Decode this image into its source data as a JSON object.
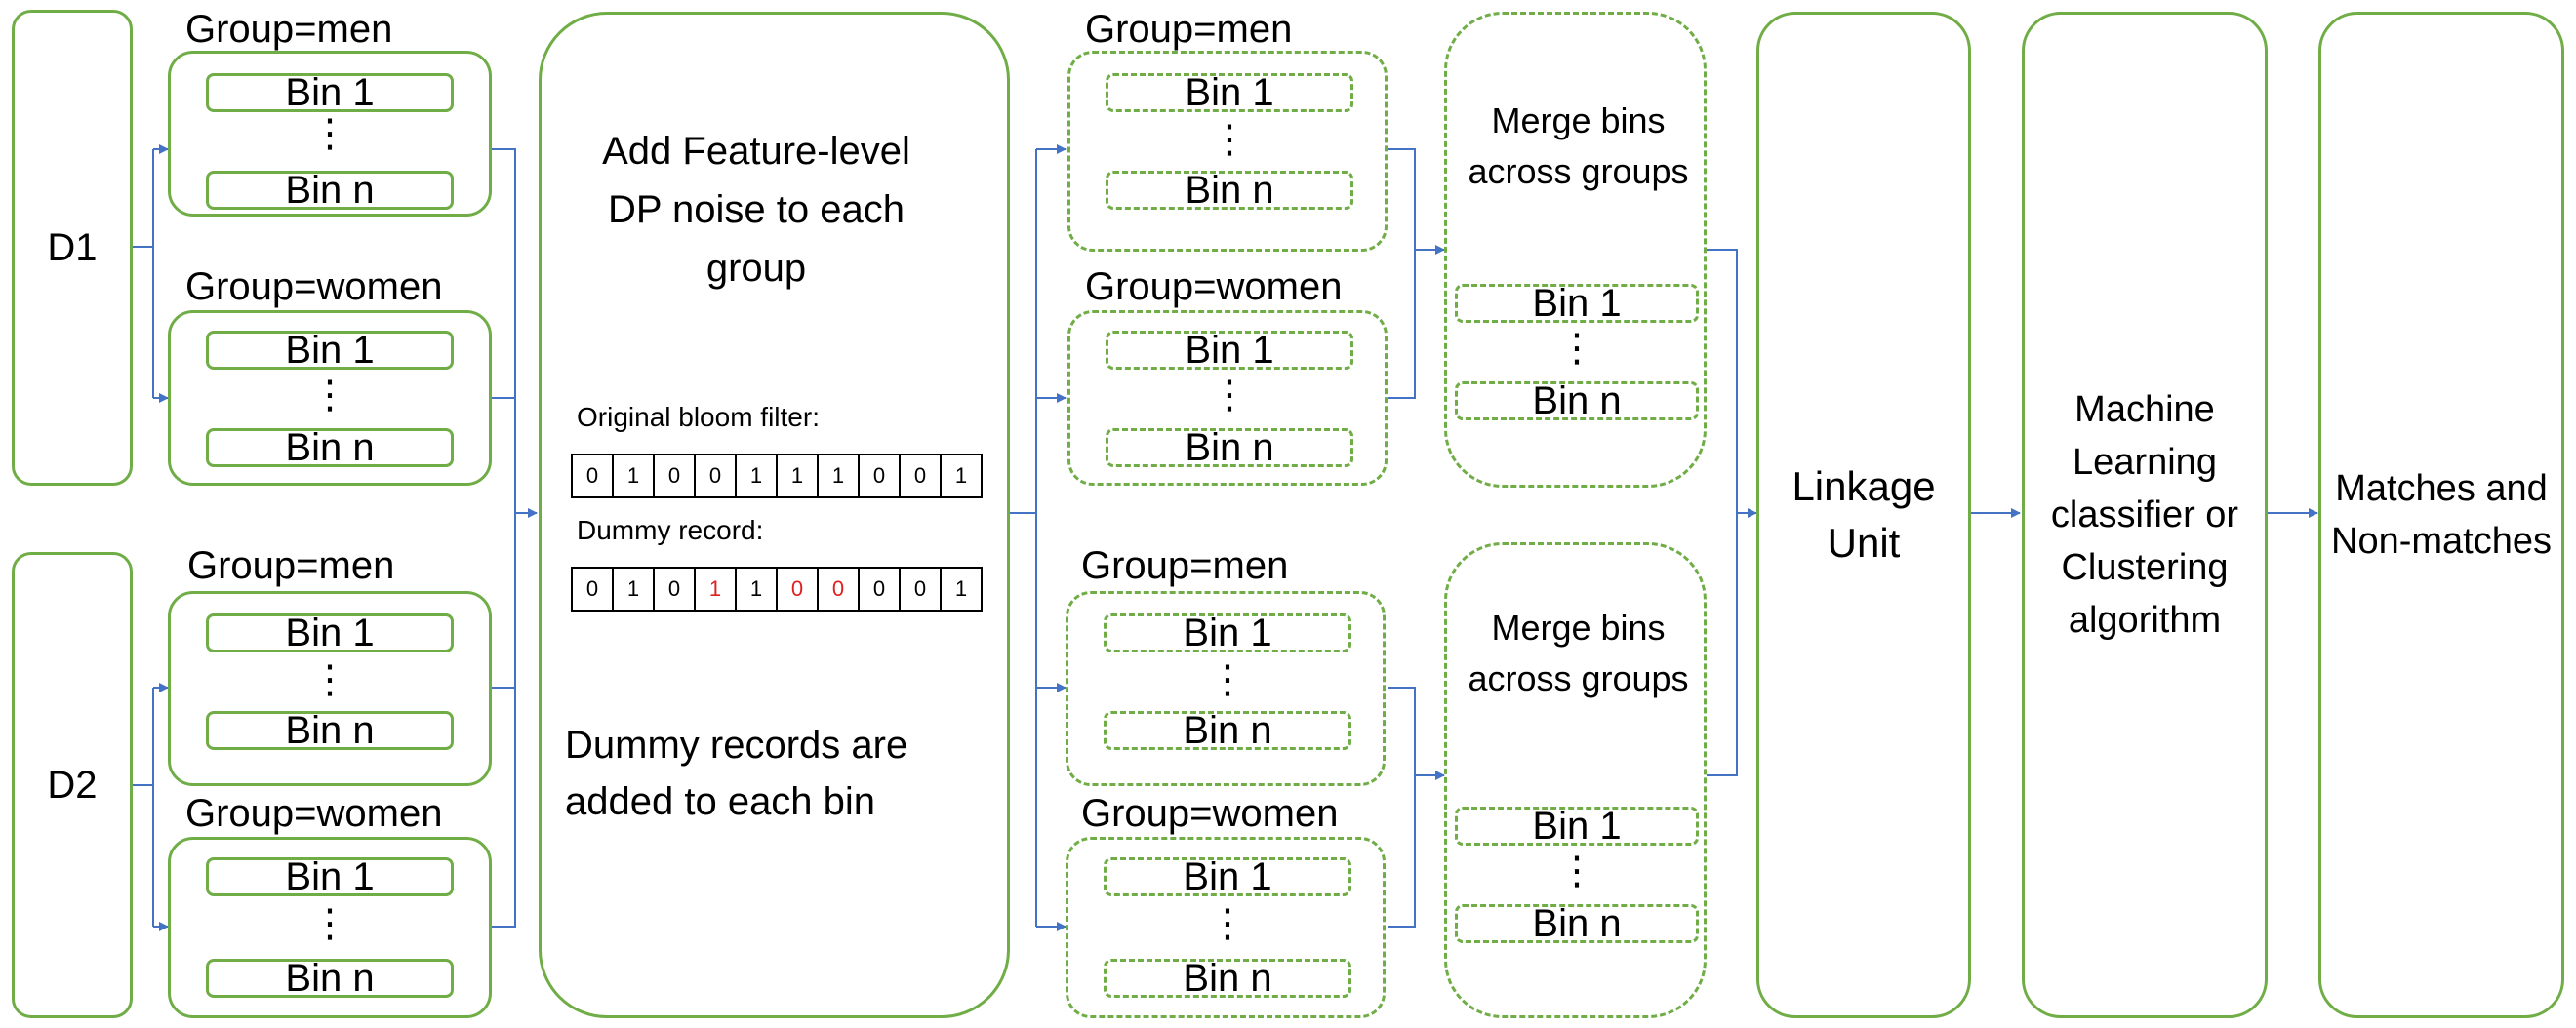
{
  "sources": {
    "d1": "D1",
    "d2": "D2"
  },
  "group_men": "Group=men",
  "group_women": "Group=women",
  "bin_first": "Bin 1",
  "bin_last": "Bin n",
  "ellipsis": "⋮",
  "noise": {
    "title": "Add Feature-level DP noise to each group",
    "original_label": "Original bloom filter:",
    "original_bits": [
      "0",
      "1",
      "0",
      "0",
      "1",
      "1",
      "1",
      "0",
      "0",
      "1"
    ],
    "dummy_label": "Dummy record:",
    "dummy_bits": [
      "0",
      "1",
      "0",
      "1",
      "1",
      "0",
      "0",
      "0",
      "0",
      "1"
    ],
    "dummy_changed_indices": [
      3,
      5,
      6
    ],
    "footer": "Dummy records are added to each bin"
  },
  "merge_label": "Merge bins across groups",
  "linkage": "Linkage Unit",
  "classifier": "Machine Learning classifier or Clustering algorithm",
  "output": "Matches and Non-matches",
  "colors": {
    "box_border": "#70ad47",
    "arrow": "#4472c4",
    "changed_bit": "#e02020"
  }
}
